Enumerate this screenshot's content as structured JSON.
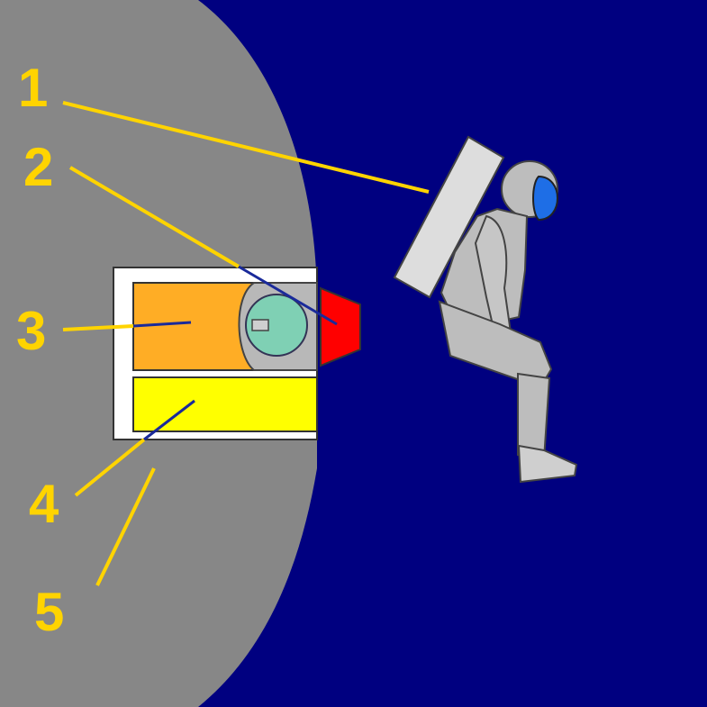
{
  "colors": {
    "background": "#000080",
    "planet": "#878787",
    "callout": "#ffd400",
    "leader_blue": "#1a2a9a",
    "container_frame": "#ffffff",
    "orange_block": "#ffad25",
    "yellow_block": "#ffff00",
    "sphere": "#7fd0b4",
    "red_nozzle": "#ff0000",
    "backpack": "#dddddd",
    "suit": "#bdbdbd",
    "visor": "#1e6ee6"
  },
  "callouts": [
    {
      "id": "1",
      "label": "1"
    },
    {
      "id": "2",
      "label": "2"
    },
    {
      "id": "3",
      "label": "3"
    },
    {
      "id": "4",
      "label": "4"
    },
    {
      "id": "5",
      "label": "5"
    }
  ]
}
